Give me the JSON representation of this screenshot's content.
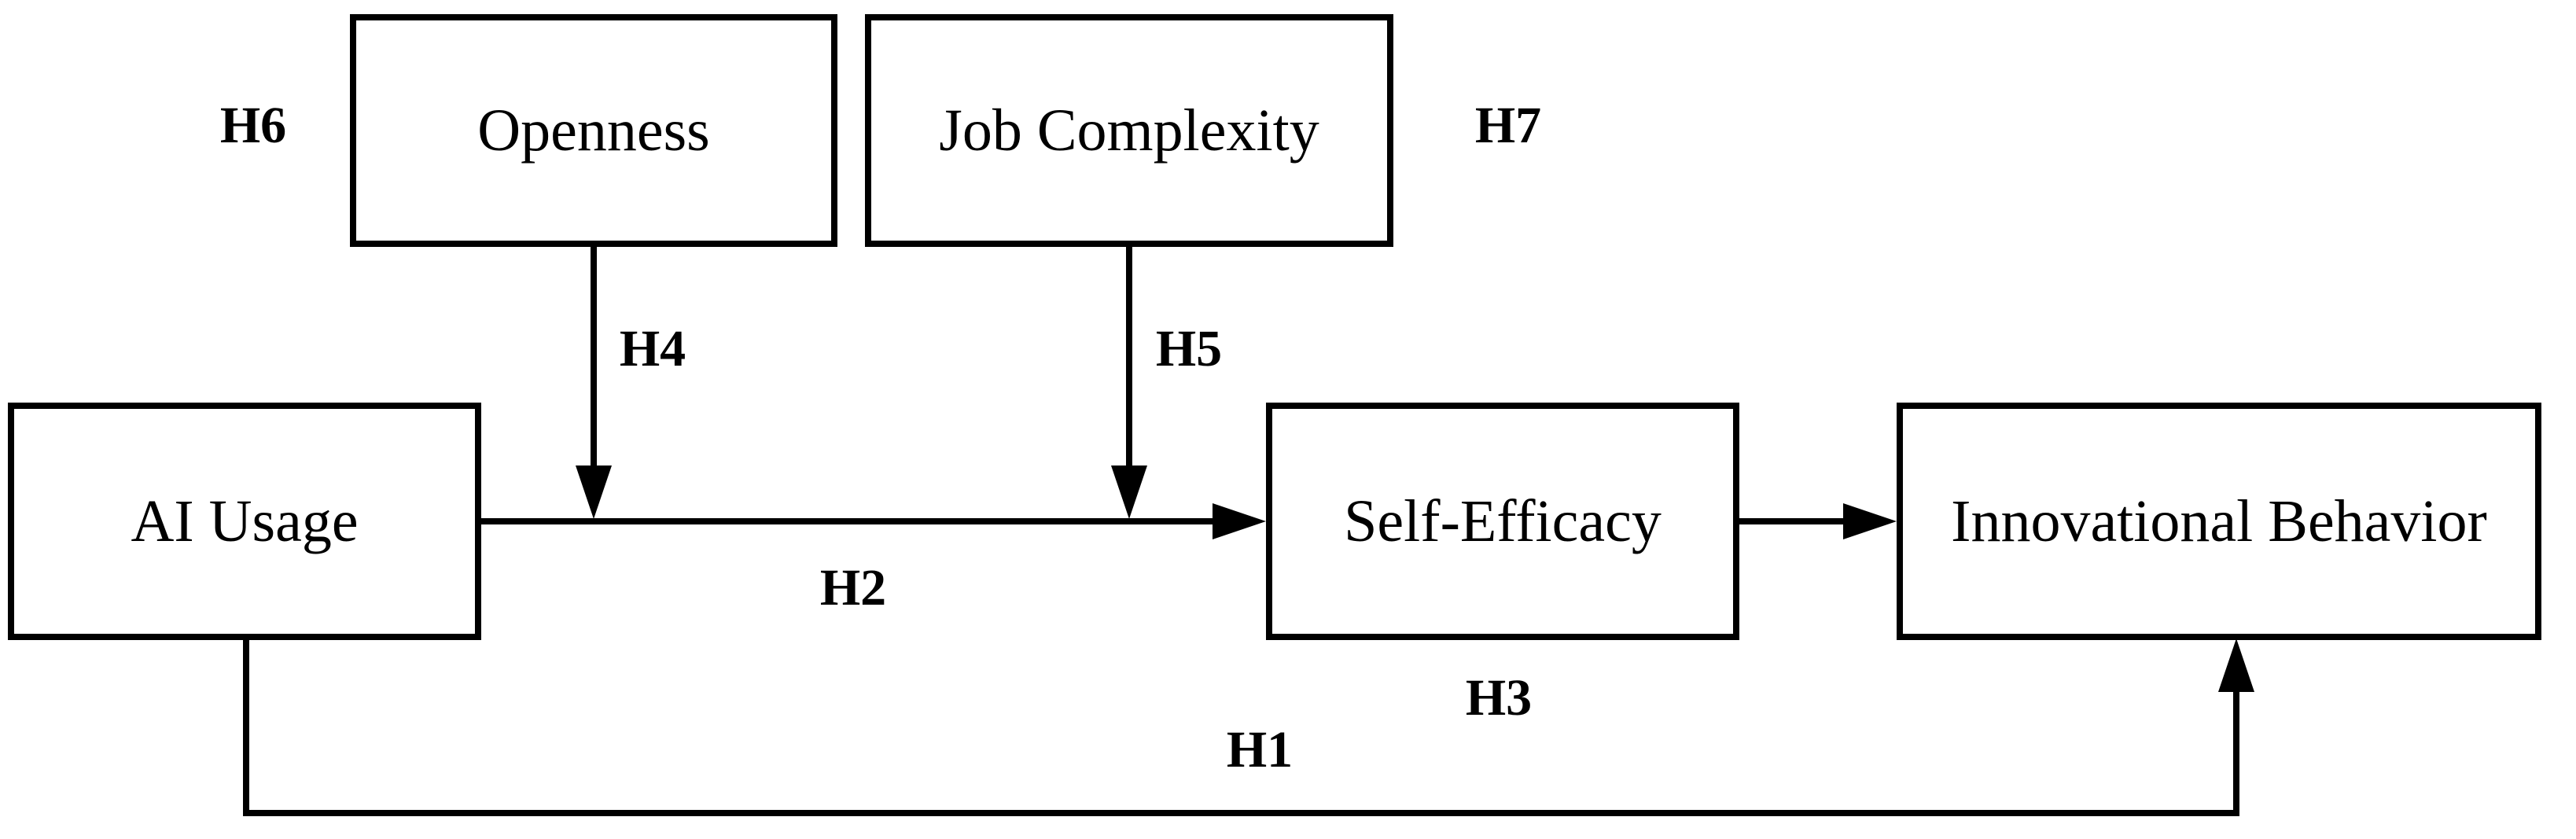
{
  "canvas": {
    "background_color": "#ffffff",
    "line_color": "#000000",
    "node_fill_color": "#ffffff"
  },
  "nodes": {
    "openness": {
      "label": "Openness"
    },
    "job_complexity": {
      "label": "Job Complexity"
    },
    "ai_usage": {
      "label": "AI Usage"
    },
    "self_efficacy": {
      "label": "Self-Efficacy"
    },
    "innovational_behavior": {
      "label": "Innovational Behavior"
    }
  },
  "hypothesis_labels": {
    "h1": "H1",
    "h2": "H2",
    "h3": "H3",
    "h4": "H4",
    "h5": "H5",
    "h6": "H6",
    "h7": "H7"
  },
  "edges": [
    {
      "hypothesis": "H1",
      "from": "AI Usage",
      "to": "Innovational Behavior",
      "route": "down, across bottom, up into box"
    },
    {
      "hypothesis": "H2",
      "from": "AI Usage",
      "to": "Self-Efficacy",
      "route": "straight right"
    },
    {
      "hypothesis": "H3",
      "from": "Self-Efficacy",
      "to": "Innovational Behavior",
      "route": "straight right"
    },
    {
      "hypothesis": "H4",
      "from": "Openness",
      "to": "AI Usage to Self-Efficacy arrow",
      "route": "straight down onto H2 line"
    },
    {
      "hypothesis": "H5",
      "from": "Job Complexity",
      "to": "AI Usage to Self-Efficacy arrow",
      "route": "straight down onto H2 line"
    },
    {
      "hypothesis": "H6",
      "annotates": "Openness",
      "position": "left of Openness box"
    },
    {
      "hypothesis": "H7",
      "annotates": "Job Complexity",
      "position": "right of Job Complexity box"
    }
  ]
}
